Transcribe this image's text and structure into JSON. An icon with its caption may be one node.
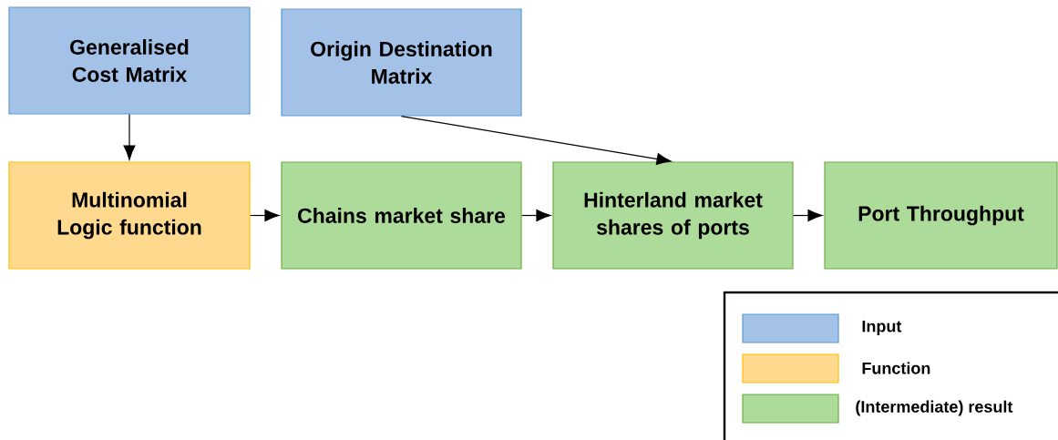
{
  "diagram": {
    "nodes": [
      {
        "text": [
          "Generalised Cost Matrix"
        ]
      },
      {
        "text": [
          "Origin Destination Matrix"
        ]
      },
      {
        "text": [
          "Multinomial Logic function"
        ]
      },
      {
        "text": [
          "Chains market share"
        ]
      },
      {
        "text": [
          "Hinterland market shares of ports"
        ]
      },
      {
        "text": [
          "Port Throughput"
        ]
      }
    ],
    "edges": [
      {
        "from": 0,
        "to": 2,
        "arrow": "to"
      },
      {
        "from": 2,
        "to": 3,
        "arrow": "to"
      },
      {
        "from": 3,
        "to": 4,
        "arrow": "to"
      },
      {
        "from": 1,
        "to": 4,
        "arrow": "to"
      },
      {
        "from": 4,
        "to": 5,
        "arrow": "to"
      }
    ],
    "legend": [
      {
        "text": "Input",
        "color": "#a4c2e8"
      },
      {
        "text": "Function",
        "color": "#ffd98e"
      },
      {
        "text": "(Intermediate) result",
        "color": "#addb9a"
      }
    ]
  }
}
